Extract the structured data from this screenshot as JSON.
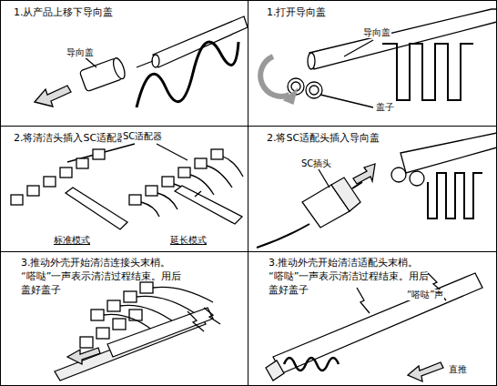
{
  "diagram": {
    "nodes": [
      {
        "text": [
          "1.从产品上移下导向盖"
        ]
      },
      {
        "text": [
          "1.打开导向盖"
        ]
      },
      {
        "text": [
          "2.将清洁头插入SC适配器"
        ]
      },
      {
        "text": [
          "2.将SC适配头插入导向盖"
        ]
      },
      {
        "text": [
          "3.推动外壳开始清洁连接头末梢。“嗒哒”一声表示清洁过程结束。用后盖好盖子"
        ]
      },
      {
        "text": [
          "3.推动外壳开始清洁适配头末梢。“嗒哒”一声表示清洁过程结束。用后盖好盖子"
        ]
      }
    ],
    "labels": [
      "导向盖",
      "导向盖",
      "盖子",
      "SC适配器",
      "SC插头",
      "标准模式",
      "延长模式",
      "“嗒哒”声",
      "直推"
    ]
  }
}
